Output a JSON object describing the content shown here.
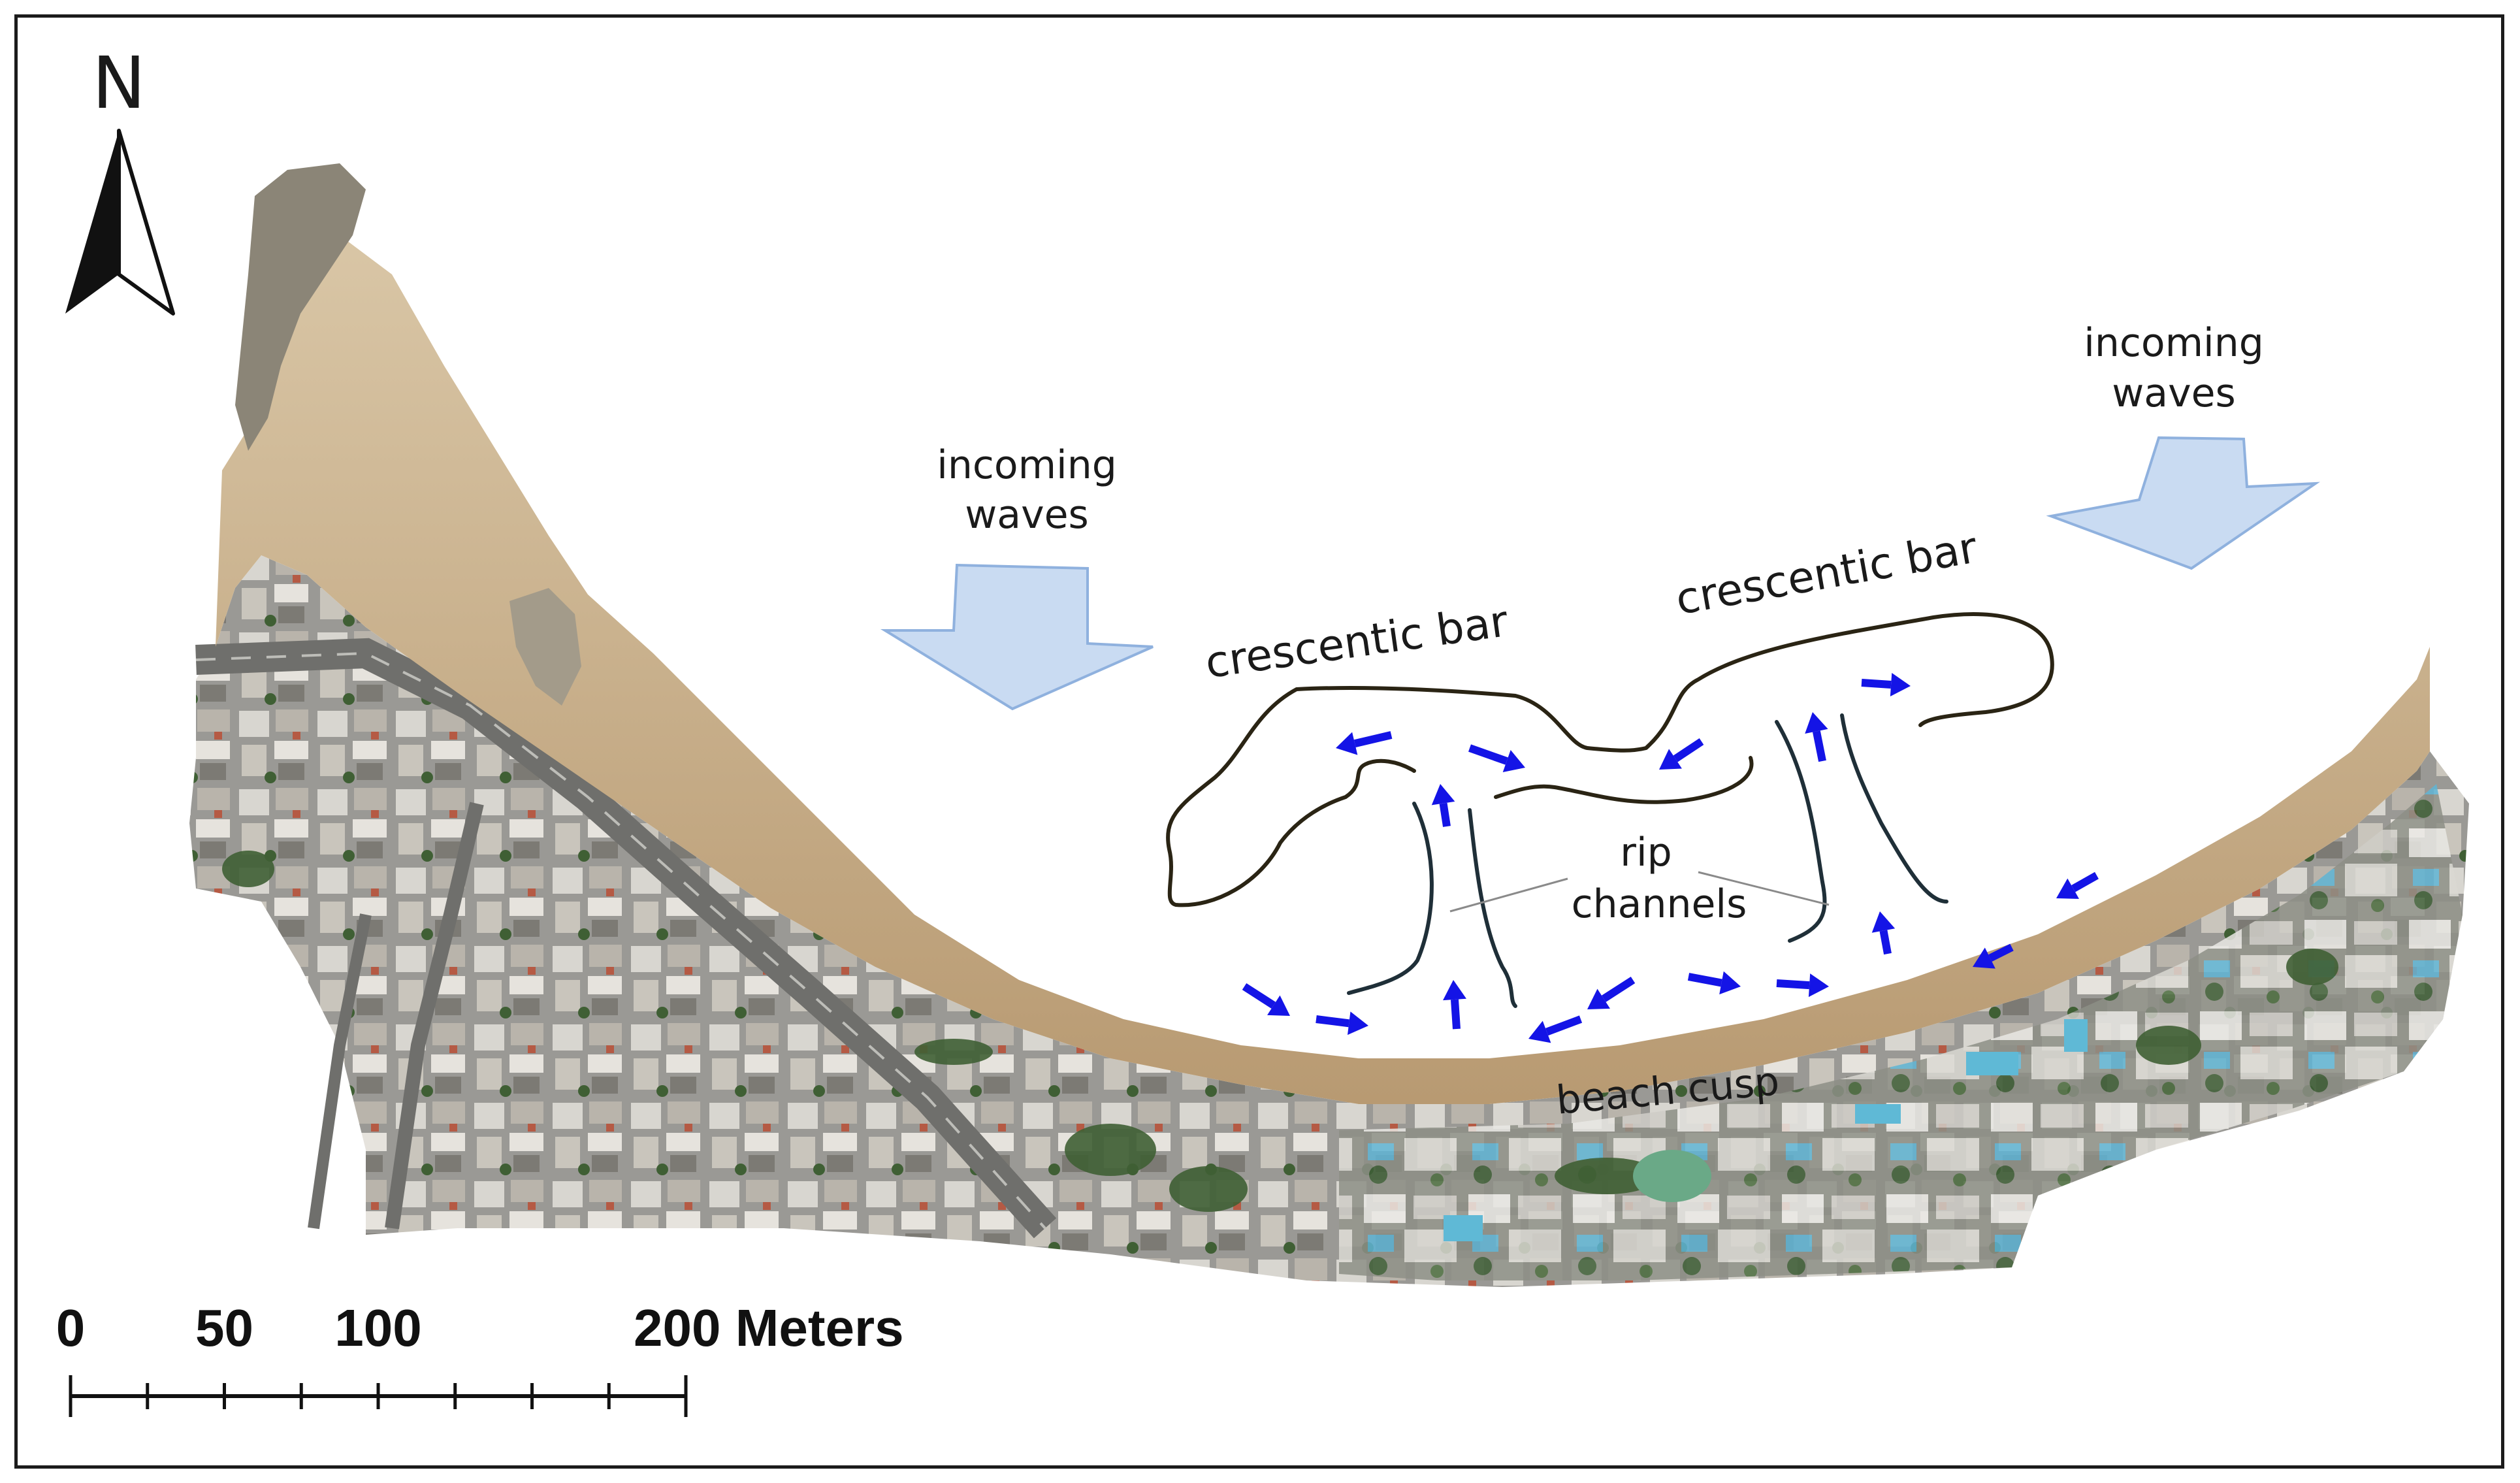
{
  "north_arrow": {
    "label": "N"
  },
  "annotations": {
    "incoming_waves_left": [
      "incoming",
      "waves"
    ],
    "incoming_waves_right": [
      "incoming",
      "waves"
    ],
    "crescentic_bar_left": "crescentic bar",
    "crescentic_bar_right": "crescentic bar",
    "rip_channels": [
      "rip",
      "channels"
    ],
    "beach_cusp": "beach cusp"
  },
  "scale_bar": {
    "labels": [
      "0",
      "50",
      "100",
      "200 Meters"
    ],
    "values": [
      0,
      50,
      100,
      200
    ],
    "units": "Meters"
  },
  "colors": {
    "wave_arrow_fill": "#c9dbf2",
    "wave_arrow_stroke": "#8fb1de",
    "current_arrow": "#1414e6",
    "bar_outline": "#2a2414",
    "rip_line": "#1f2f38",
    "beach_sand": "#c4a882",
    "urban_gray": "#8a8a86",
    "vegetation": "#3f5f34"
  }
}
